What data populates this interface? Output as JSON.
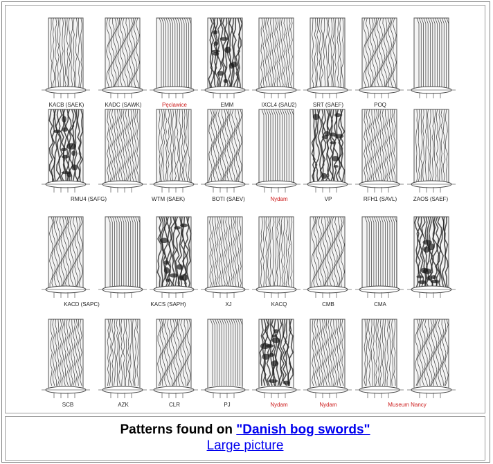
{
  "figure": {
    "rows": [
      [
        "KACB (SAEK)",
        "KADC (SAWK)",
        "Pęclawice",
        "EMM",
        "IXCL4 (SAU2)",
        "SRT (SAEF)",
        "POQ"
      ],
      [
        "RMU4 (SAFG)",
        "WTM (SAEK)",
        "BOTI (SAEV)",
        "Nydam",
        "VP",
        "RFH1 (SAVL)",
        "ZAOS (SAEF)"
      ],
      [
        "KACD (SAPC)",
        "KACS (SAPH)",
        "XJ",
        "KACQ",
        "CMB",
        "CMA"
      ],
      [
        "SCB",
        "AZK",
        "CLR",
        "PJ",
        "Nydam",
        "Nydam",
        "Museum Nancy"
      ]
    ],
    "red_labels": [
      "Pęclawice",
      "Nydam",
      "Museum Nancy"
    ],
    "colors": {
      "label": "#222222",
      "label_red": "#cc1a1a",
      "ink": "#1a1a1a"
    }
  },
  "caption": {
    "prefix": "Patterns found on ",
    "link": "\"Danish bog swords\"",
    "large_picture": "Large picture"
  }
}
